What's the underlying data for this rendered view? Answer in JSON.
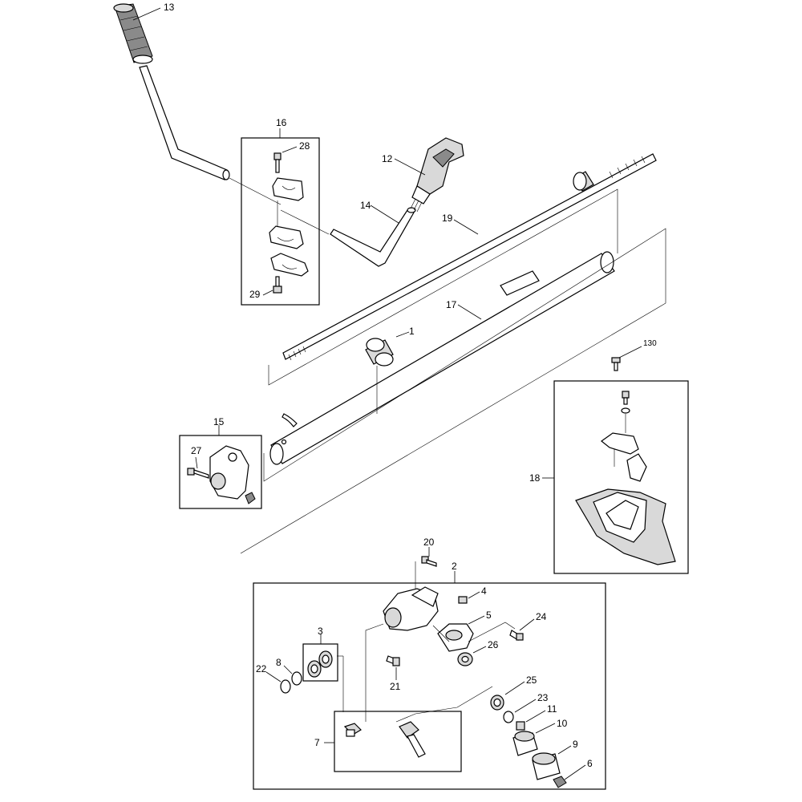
{
  "callouts": {
    "p1": "1",
    "p2": "2",
    "p3": "3",
    "p4": "4",
    "p5": "5",
    "p6": "6",
    "p7": "7",
    "p8": "8",
    "p9": "9",
    "p10": "10",
    "p11": "11",
    "p12": "12",
    "p13": "13",
    "p14": "14",
    "p15": "15",
    "p16": "16",
    "p17": "17",
    "p18": "18",
    "p19": "19",
    "p20": "20",
    "p21": "21",
    "p22": "22",
    "p23": "23",
    "p24": "24",
    "p25": "25",
    "p26": "26",
    "p27": "27",
    "p28": "28",
    "p29": "29",
    "p130": "130"
  },
  "colors": {
    "line": "#000000",
    "fill_light": "#d9d9d9",
    "fill_dark": "#8a8a8a",
    "background": "#ffffff"
  }
}
